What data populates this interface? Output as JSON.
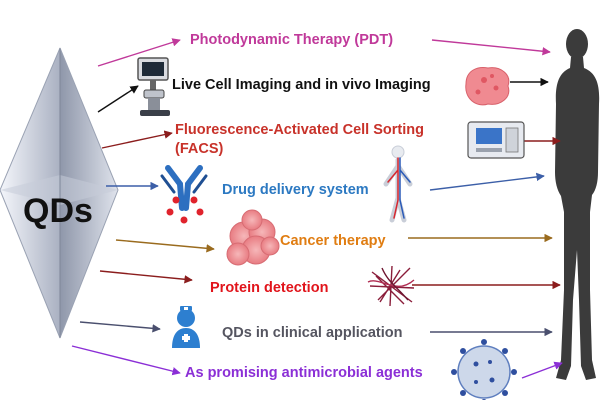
{
  "center_label": "QDs",
  "applications": [
    {
      "label": "Photodynamic Therapy (PDT)",
      "color": "#c0399a"
    },
    {
      "label": "Live Cell Imaging and in vivo Imaging",
      "color": "#111111"
    },
    {
      "label": "Fluorescence-Activated Cell Sorting",
      "label2": "(FACS)",
      "color": "#c8322a"
    },
    {
      "label": "Drug delivery system",
      "color": "#2c79c2"
    },
    {
      "label": "Cancer therapy",
      "color": "#e07d12"
    },
    {
      "label": "Protein detection",
      "color": "#e1141b"
    },
    {
      "label": "QDs in clinical application",
      "color": "#555560"
    },
    {
      "label": "As promising antimicrobial agents",
      "color": "#8b2fd6"
    }
  ],
  "arrow_colors": [
    "#c0399a",
    "#111111",
    "#8b1d1d",
    "#3c5fa8",
    "#9a6b1e",
    "#8b1d1d",
    "#4a4f6e",
    "#8b2fd6"
  ]
}
